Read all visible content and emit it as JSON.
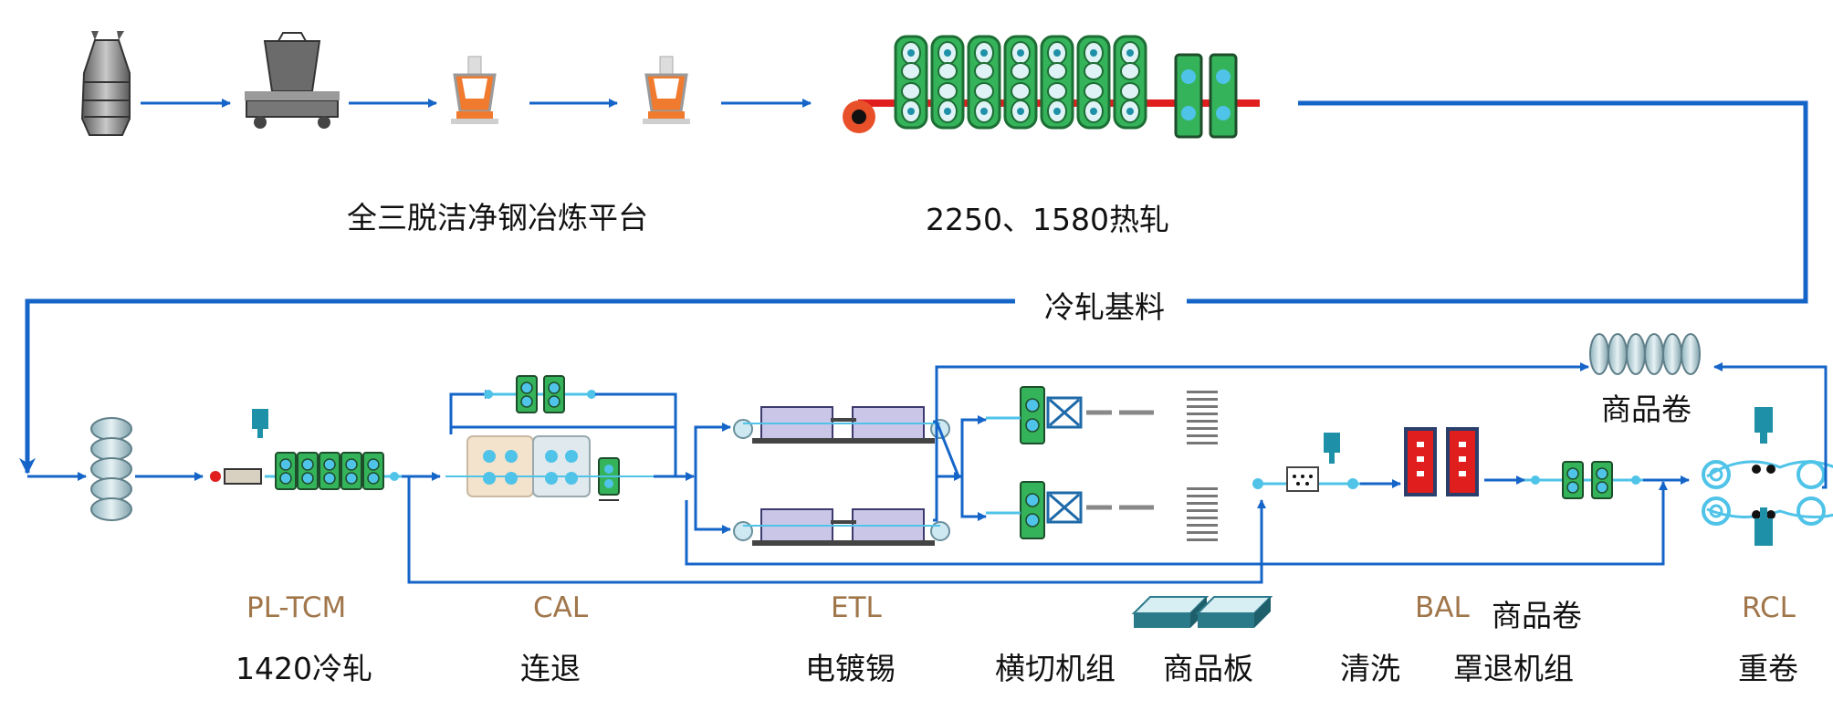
{
  "colors": {
    "flow_line": "#1565c8",
    "strip_line": "#4fc3e8",
    "label_brown": "#a0764a",
    "label_black": "#111111",
    "mill_green": "#35b35a",
    "furnace_red": "#e01e1e",
    "ladle_orange": "#f07a2e",
    "reel_teal": "#1e90a8"
  },
  "labels": {
    "smelting": "全三脱洁净钢冶炼平台",
    "hot_rolling": "2250、1580热轧",
    "cold_base": "冷轧基料",
    "pl_tcm": "PL-TCM",
    "cold_rolling": "1420冷轧",
    "cal": "CAL",
    "cal_cn": "连退",
    "etl": "ETL",
    "etl_cn": "电镀锡",
    "cut_to_length": "横切机组",
    "product_sheet": "商品板",
    "product_coil_top": "商品卷",
    "cleaning": "清洗",
    "bal": "BAL",
    "product_coil_bal": "商品卷",
    "bal_cn": "罩退机组",
    "rcl": "RCL",
    "rcl_cn": "重卷"
  },
  "icons": [
    "converter-icon",
    "ladle-car-icon",
    "ladle-icon",
    "ladle-icon",
    "hot-rolling-mill-icon",
    "coil-stack-icon",
    "tandem-cold-mill-icon",
    "annealing-furnace-icon",
    "tinning-line-icon",
    "shear-icon",
    "sheet-stack-icon",
    "cleaning-section-icon",
    "batch-annealing-furnace-icon",
    "skin-pass-mill-icon",
    "recoiler-icon",
    "product-coils-icon",
    "product-sheets-icon"
  ]
}
